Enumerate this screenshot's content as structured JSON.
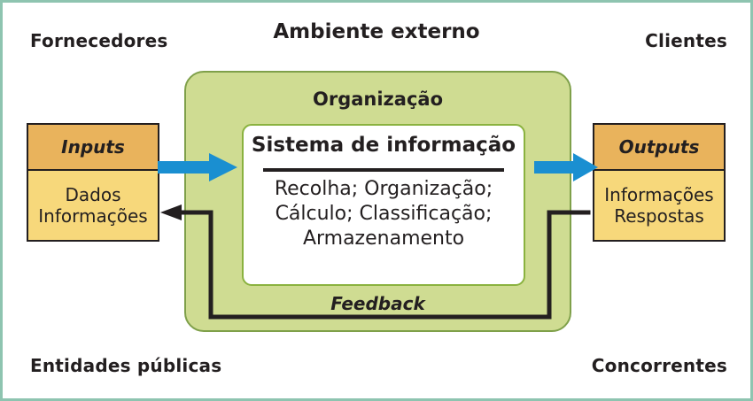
{
  "diagram": {
    "title": "Ambiente externo",
    "environment_labels": {
      "top_left": "Fornecedores",
      "top_right": "Clientes",
      "bottom_left": "Entidades públicas",
      "bottom_right": "Concorrentes"
    },
    "organization": {
      "title": "Organização",
      "feedback_label": "Feedback",
      "information_system": {
        "title": "Sistema de informação",
        "functions_line_1": "Recolha; Organização;",
        "functions_line_2": "Cálculo; Classificação;",
        "functions_line_3": "Armazenamento"
      }
    },
    "inputs": {
      "header": "Inputs",
      "item_1": "Dados",
      "item_2": "Informações"
    },
    "outputs": {
      "header": "Outputs",
      "item_1": "Informações",
      "item_2": "Respostas"
    },
    "colors": {
      "outer_border": "#8ec4b0",
      "organization_fill": "#cfdc92",
      "organization_border": "#7fa04a",
      "system_border": "#8ab23f",
      "io_header_fill": "#e9b35c",
      "io_body_fill": "#f7d87b",
      "io_border": "#231f20",
      "flow_arrow": "#1a8fd1",
      "feedback_line": "#231f20",
      "text": "#231f20",
      "background": "#ffffff"
    }
  }
}
